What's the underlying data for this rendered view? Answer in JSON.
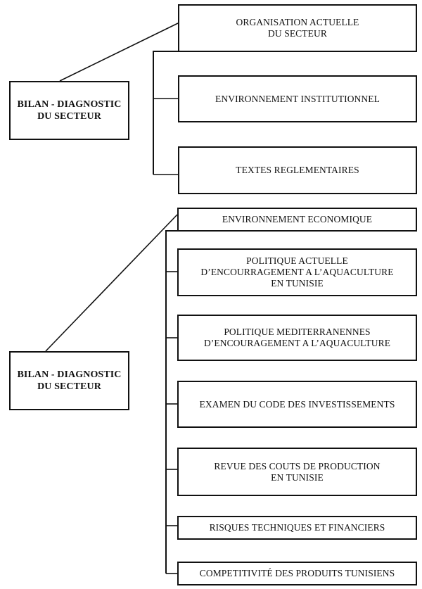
{
  "diagrams": [
    {
      "root": "BILAN - DIAGNOSTIC\nDU SECTEUR",
      "head": "ORGANISATION ACTUELLE\nDU SECTEUR",
      "children": [
        "ENVIRONNEMENT INSTITUTIONNEL",
        "TEXTES REGLEMENTAIRES"
      ]
    },
    {
      "root": "BILAN - DIAGNOSTIC\nDU SECTEUR",
      "head": "ENVIRONNEMENT ECONOMIQUE",
      "children": [
        "POLITIQUE ACTUELLE\nD’ENCOURRAGEMENT A L’AQUACULTURE\nEN TUNISIE",
        "POLITIQUE MEDITERRANENNES\nD’ENCOURAGEMENT A L’AQUACULTURE",
        "EXAMEN DU CODE DES INVESTISSEMENTS",
        "REVUE DES COUTS DE PRODUCTION\nEN TUNISIE",
        "RISQUES TECHNIQUES ET FINANCIERS",
        "COMPETITIVITÉ DES PRODUITS TUNISIENS"
      ]
    }
  ]
}
